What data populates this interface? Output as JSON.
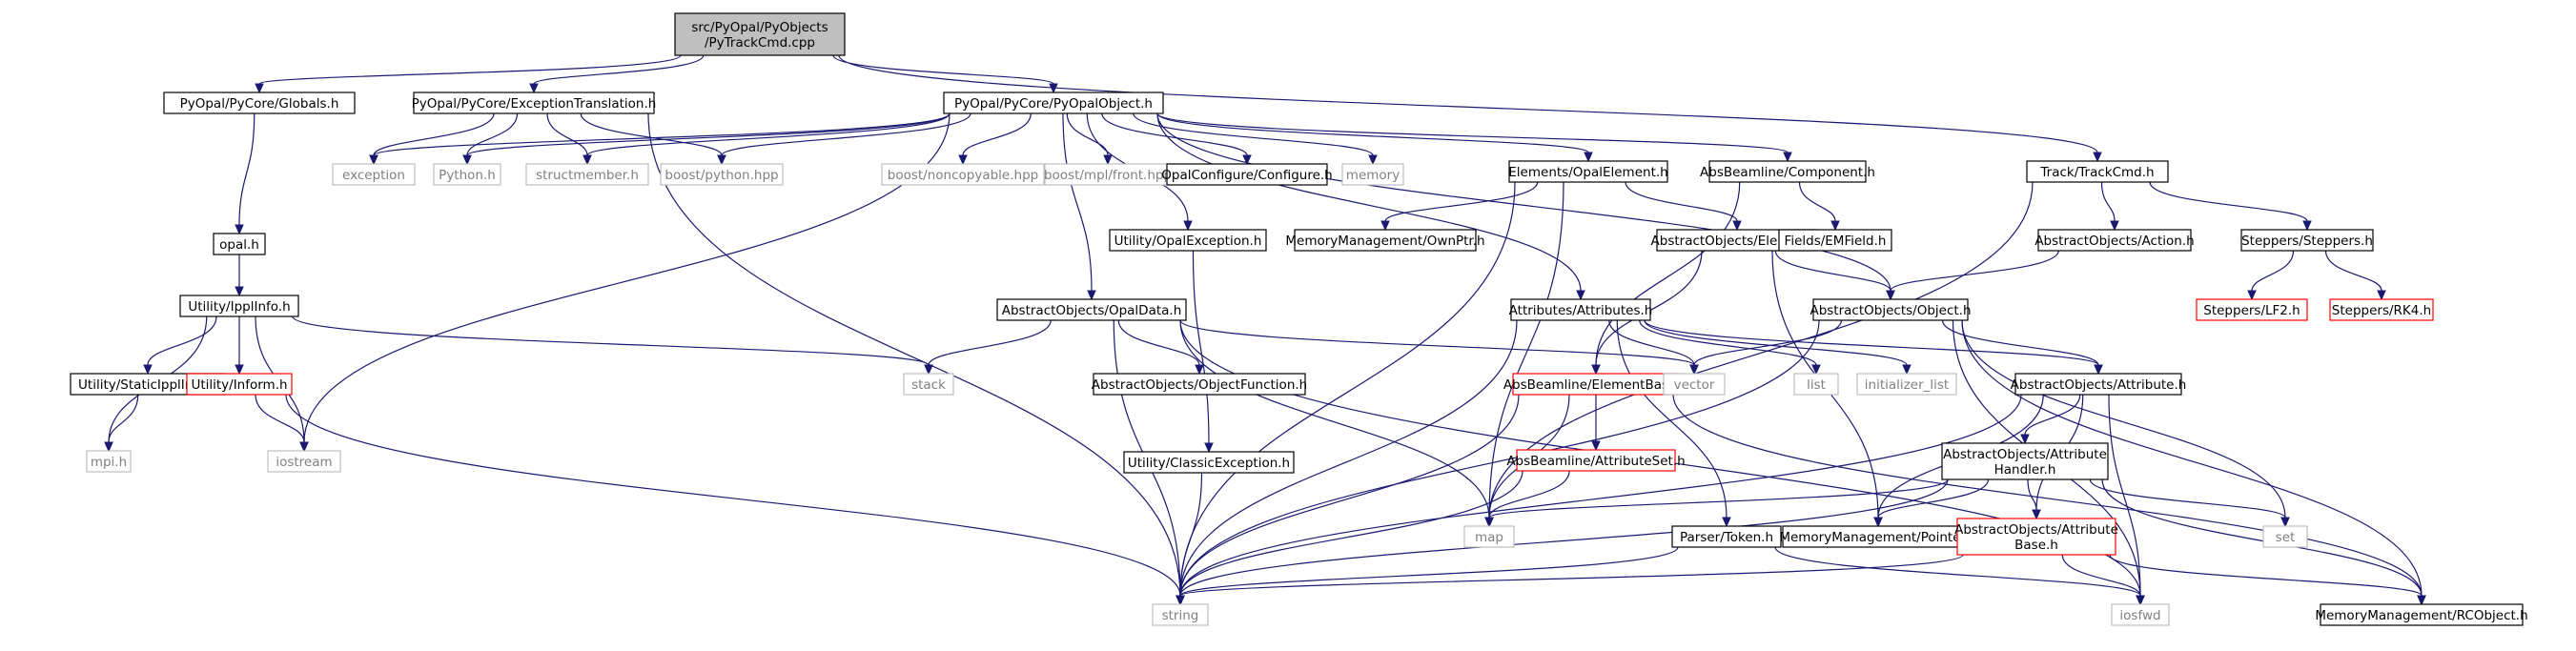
{
  "graph": {
    "nodes": [
      {
        "id": "root",
        "lines": [
          "src/PyOpal/PyObjects",
          "/PyTrackCmd.cpp"
        ],
        "style": "root"
      },
      {
        "id": "globals",
        "lines": [
          "PyOpal/PyCore/Globals.h"
        ],
        "style": "black"
      },
      {
        "id": "exctrans",
        "lines": [
          "PyOpal/PyCore/ExceptionTranslation.h"
        ],
        "style": "black"
      },
      {
        "id": "pyopalobj",
        "lines": [
          "PyOpal/PyCore/PyOpalObject.h"
        ],
        "style": "black"
      },
      {
        "id": "trackcmd",
        "lines": [
          "Track/TrackCmd.h"
        ],
        "style": "black"
      },
      {
        "id": "exception",
        "lines": [
          "exception"
        ],
        "style": "gray"
      },
      {
        "id": "python",
        "lines": [
          "Python.h"
        ],
        "style": "gray"
      },
      {
        "id": "structmember",
        "lines": [
          "structmember.h"
        ],
        "style": "gray"
      },
      {
        "id": "boostpython",
        "lines": [
          "boost/python.hpp"
        ],
        "style": "gray"
      },
      {
        "id": "noncopyable",
        "lines": [
          "boost/noncopyable.hpp"
        ],
        "style": "gray"
      },
      {
        "id": "mplfront",
        "lines": [
          "boost/mpl/front.hpp"
        ],
        "style": "gray"
      },
      {
        "id": "configure",
        "lines": [
          "OpalConfigure/Configure.h"
        ],
        "style": "black"
      },
      {
        "id": "memory",
        "lines": [
          "memory"
        ],
        "style": "gray"
      },
      {
        "id": "opalelement",
        "lines": [
          "Elements/OpalElement.h"
        ],
        "style": "black"
      },
      {
        "id": "component",
        "lines": [
          "AbsBeamline/Component.h"
        ],
        "style": "black"
      },
      {
        "id": "opalh",
        "lines": [
          "opal.h"
        ],
        "style": "black"
      },
      {
        "id": "ipplinfo",
        "lines": [
          "Utility/IpplInfo.h"
        ],
        "style": "black"
      },
      {
        "id": "staticippl",
        "lines": [
          "Utility/StaticIpplInfo.h"
        ],
        "style": "black"
      },
      {
        "id": "inform",
        "lines": [
          "Utility/Inform.h"
        ],
        "style": "red"
      },
      {
        "id": "mpih",
        "lines": [
          "mpi.h"
        ],
        "style": "gray"
      },
      {
        "id": "iostream",
        "lines": [
          "iostream"
        ],
        "style": "gray"
      },
      {
        "id": "opalexception",
        "lines": [
          "Utility/OpalException.h"
        ],
        "style": "black"
      },
      {
        "id": "ownptr",
        "lines": [
          "MemoryManagement/OwnPtr.h"
        ],
        "style": "black"
      },
      {
        "id": "opaldata",
        "lines": [
          "AbstractObjects/OpalData.h"
        ],
        "style": "black"
      },
      {
        "id": "stack",
        "lines": [
          "stack"
        ],
        "style": "gray"
      },
      {
        "id": "objfunc",
        "lines": [
          "AbstractObjects/ObjectFunction.h"
        ],
        "style": "black"
      },
      {
        "id": "classicexc",
        "lines": [
          "Utility/ClassicException.h"
        ],
        "style": "black"
      },
      {
        "id": "absobjelement",
        "lines": [
          "AbstractObjects/Element.h"
        ],
        "style": "black"
      },
      {
        "id": "emfield",
        "lines": [
          "Fields/EMField.h"
        ],
        "style": "black"
      },
      {
        "id": "action",
        "lines": [
          "AbstractObjects/Action.h"
        ],
        "style": "black"
      },
      {
        "id": "steppers",
        "lines": [
          "Steppers/Steppers.h"
        ],
        "style": "black"
      },
      {
        "id": "lf2",
        "lines": [
          "Steppers/LF2.h"
        ],
        "style": "red"
      },
      {
        "id": "rk4",
        "lines": [
          "Steppers/RK4.h"
        ],
        "style": "red"
      },
      {
        "id": "attributes",
        "lines": [
          "Attributes/Attributes.h"
        ],
        "style": "black"
      },
      {
        "id": "object",
        "lines": [
          "AbstractObjects/Object.h"
        ],
        "style": "black"
      },
      {
        "id": "elementbase",
        "lines": [
          "AbsBeamline/ElementBase.h"
        ],
        "style": "red"
      },
      {
        "id": "vector",
        "lines": [
          "vector"
        ],
        "style": "gray"
      },
      {
        "id": "list",
        "lines": [
          "list"
        ],
        "style": "gray"
      },
      {
        "id": "initlist",
        "lines": [
          "initializer_list"
        ],
        "style": "gray"
      },
      {
        "id": "attribute",
        "lines": [
          "AbstractObjects/Attribute.h"
        ],
        "style": "black"
      },
      {
        "id": "attrset",
        "lines": [
          "AbsBeamline/AttributeSet.h"
        ],
        "style": "red"
      },
      {
        "id": "attrhandler",
        "lines": [
          "AbstractObjects/Attribute",
          "Handler.h"
        ],
        "style": "black"
      },
      {
        "id": "map",
        "lines": [
          "map"
        ],
        "style": "gray"
      },
      {
        "id": "set",
        "lines": [
          "set"
        ],
        "style": "gray"
      },
      {
        "id": "token",
        "lines": [
          "Parser/Token.h"
        ],
        "style": "black"
      },
      {
        "id": "pointer",
        "lines": [
          "MemoryManagement/Pointer.h"
        ],
        "style": "black"
      },
      {
        "id": "attrbase",
        "lines": [
          "AbstractObjects/Attribute",
          "Base.h"
        ],
        "style": "red"
      },
      {
        "id": "string",
        "lines": [
          "string"
        ],
        "style": "gray"
      },
      {
        "id": "iosfwd",
        "lines": [
          "iosfwd"
        ],
        "style": "gray"
      },
      {
        "id": "rcobject",
        "lines": [
          "MemoryManagement/RCObject.h"
        ],
        "style": "black"
      }
    ],
    "edges": [
      [
        "root",
        "globals"
      ],
      [
        "root",
        "exctrans"
      ],
      [
        "root",
        "pyopalobj"
      ],
      [
        "root",
        "trackcmd"
      ],
      [
        "globals",
        "opalh"
      ],
      [
        "exctrans",
        "exception"
      ],
      [
        "exctrans",
        "python"
      ],
      [
        "exctrans",
        "structmember"
      ],
      [
        "exctrans",
        "boostpython"
      ],
      [
        "exctrans",
        "string"
      ],
      [
        "pyopalobj",
        "exception"
      ],
      [
        "pyopalobj",
        "python"
      ],
      [
        "pyopalobj",
        "structmember"
      ],
      [
        "pyopalobj",
        "boostpython"
      ],
      [
        "pyopalobj",
        "noncopyable"
      ],
      [
        "pyopalobj",
        "mplfront"
      ],
      [
        "pyopalobj",
        "configure"
      ],
      [
        "pyopalobj",
        "memory"
      ],
      [
        "pyopalobj",
        "opalelement"
      ],
      [
        "pyopalobj",
        "component"
      ],
      [
        "pyopalobj",
        "opalexception"
      ],
      [
        "pyopalobj",
        "opaldata"
      ],
      [
        "pyopalobj",
        "iostream"
      ],
      [
        "pyopalobj",
        "attributes"
      ],
      [
        "pyopalobj",
        "object"
      ],
      [
        "trackcmd",
        "action"
      ],
      [
        "trackcmd",
        "steppers"
      ],
      [
        "trackcmd",
        "map"
      ],
      [
        "opalh",
        "ipplinfo"
      ],
      [
        "ipplinfo",
        "staticippl"
      ],
      [
        "ipplinfo",
        "inform"
      ],
      [
        "ipplinfo",
        "mpih"
      ],
      [
        "ipplinfo",
        "iostream"
      ],
      [
        "ipplinfo",
        "stack"
      ],
      [
        "staticippl",
        "mpih"
      ],
      [
        "inform",
        "iostream"
      ],
      [
        "inform",
        "string"
      ],
      [
        "opalelement",
        "ownptr"
      ],
      [
        "opalelement",
        "absobjelement"
      ],
      [
        "opalelement",
        "map"
      ],
      [
        "opalelement",
        "string"
      ],
      [
        "component",
        "emfield"
      ],
      [
        "component",
        "elementbase"
      ],
      [
        "opalexception",
        "classicexc"
      ],
      [
        "classicexc",
        "string"
      ],
      [
        "opaldata",
        "stack"
      ],
      [
        "opaldata",
        "objfunc"
      ],
      [
        "opaldata",
        "vector"
      ],
      [
        "opaldata",
        "map"
      ],
      [
        "opaldata",
        "string"
      ],
      [
        "opaldata",
        "iosfwd"
      ],
      [
        "absobjelement",
        "object"
      ],
      [
        "absobjelement",
        "elementbase"
      ],
      [
        "absobjelement",
        "pointer"
      ],
      [
        "action",
        "object"
      ],
      [
        "steppers",
        "lf2"
      ],
      [
        "steppers",
        "rk4"
      ],
      [
        "attributes",
        "vector"
      ],
      [
        "attributes",
        "list"
      ],
      [
        "attributes",
        "initlist"
      ],
      [
        "attributes",
        "attribute"
      ],
      [
        "attributes",
        "token"
      ],
      [
        "attributes",
        "string"
      ],
      [
        "object",
        "vector"
      ],
      [
        "object",
        "attribute"
      ],
      [
        "object",
        "set"
      ],
      [
        "object",
        "iosfwd"
      ],
      [
        "object",
        "rcobject"
      ],
      [
        "object",
        "string"
      ],
      [
        "elementbase",
        "attrset"
      ],
      [
        "elementbase",
        "map"
      ],
      [
        "elementbase",
        "string"
      ],
      [
        "elementbase",
        "rcobject"
      ],
      [
        "attrset",
        "map"
      ],
      [
        "attrset",
        "string"
      ],
      [
        "attribute",
        "attrhandler"
      ],
      [
        "attribute",
        "attrbase"
      ],
      [
        "attribute",
        "pointer"
      ],
      [
        "attribute",
        "string"
      ],
      [
        "attribute",
        "iosfwd"
      ],
      [
        "attrhandler",
        "map"
      ],
      [
        "attrhandler",
        "set"
      ],
      [
        "attrhandler",
        "pointer"
      ],
      [
        "attrhandler",
        "attrbase"
      ],
      [
        "attrhandler",
        "string"
      ],
      [
        "attrhandler",
        "rcobject"
      ],
      [
        "token",
        "string"
      ],
      [
        "token",
        "iosfwd"
      ],
      [
        "attrbase",
        "string"
      ],
      [
        "attrbase",
        "iosfwd"
      ],
      [
        "attrbase",
        "rcobject"
      ]
    ]
  }
}
